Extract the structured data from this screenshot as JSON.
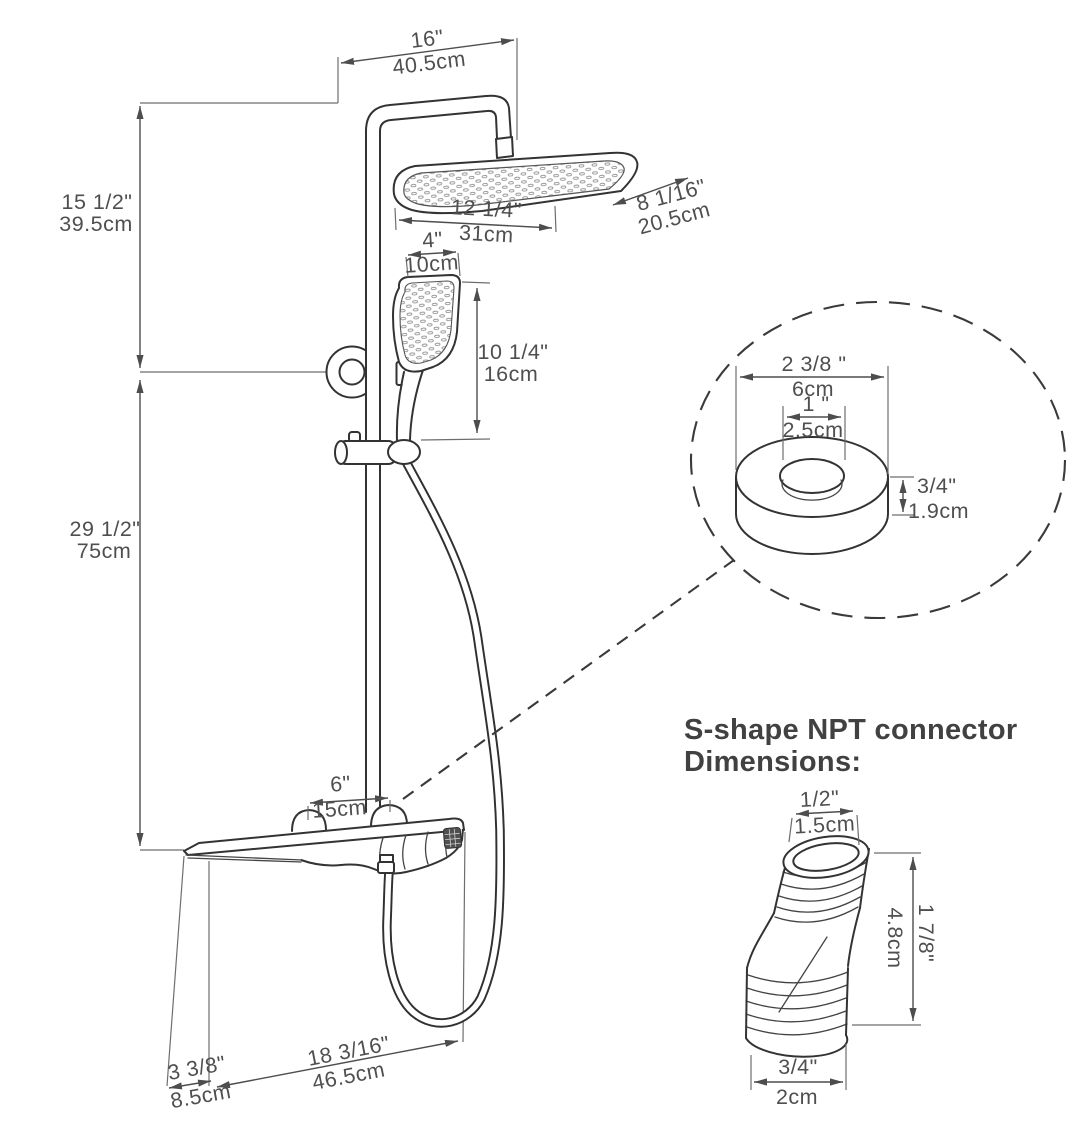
{
  "detail": {
    "title_line1": "S-shape NPT connector",
    "title_line2": "Dimensions:"
  },
  "dims": {
    "arm_width": {
      "in": "16\"",
      "cm": "40.5cm"
    },
    "upper_height": {
      "in": "15 1/2\"",
      "cm": "39.5cm"
    },
    "lower_height": {
      "in": "29 1/2\"",
      "cm": "75cm"
    },
    "head_width": {
      "in": "12 1/4\"",
      "cm": "31cm"
    },
    "head_depth": {
      "in": "8 1/16\"",
      "cm": "20.5cm"
    },
    "hand_width": {
      "in": "4\"",
      "cm": "10cm"
    },
    "hand_height": {
      "in": "10 1/4\"",
      "cm": "16cm"
    },
    "valve_spacing": {
      "in": "6\"",
      "cm": "15cm"
    },
    "reach": {
      "in": "18 3/16\"",
      "cm": "46.5cm"
    },
    "base_depth": {
      "in": "3 3/8\"",
      "cm": "8.5cm"
    },
    "flange_outer": {
      "in": "2 3/8 \"",
      "cm": "6cm"
    },
    "flange_hole": {
      "in": "1 \"",
      "cm": "2.5cm"
    },
    "flange_thick": {
      "in": "3/4\"",
      "cm": "1.9cm"
    },
    "conn_top": {
      "in": "1/2\"",
      "cm": "1.5cm"
    },
    "conn_height": {
      "in": "1 7/8\"",
      "cm": "4.8cm"
    },
    "conn_bottom": {
      "in": "3/4\"",
      "cm": "2cm"
    }
  },
  "colors": {
    "line": "#333333",
    "dimension": "#4d4d4d",
    "text": "#4f4f4f",
    "background": "#ffffff",
    "spout_mesh": "#4f4f4f"
  }
}
